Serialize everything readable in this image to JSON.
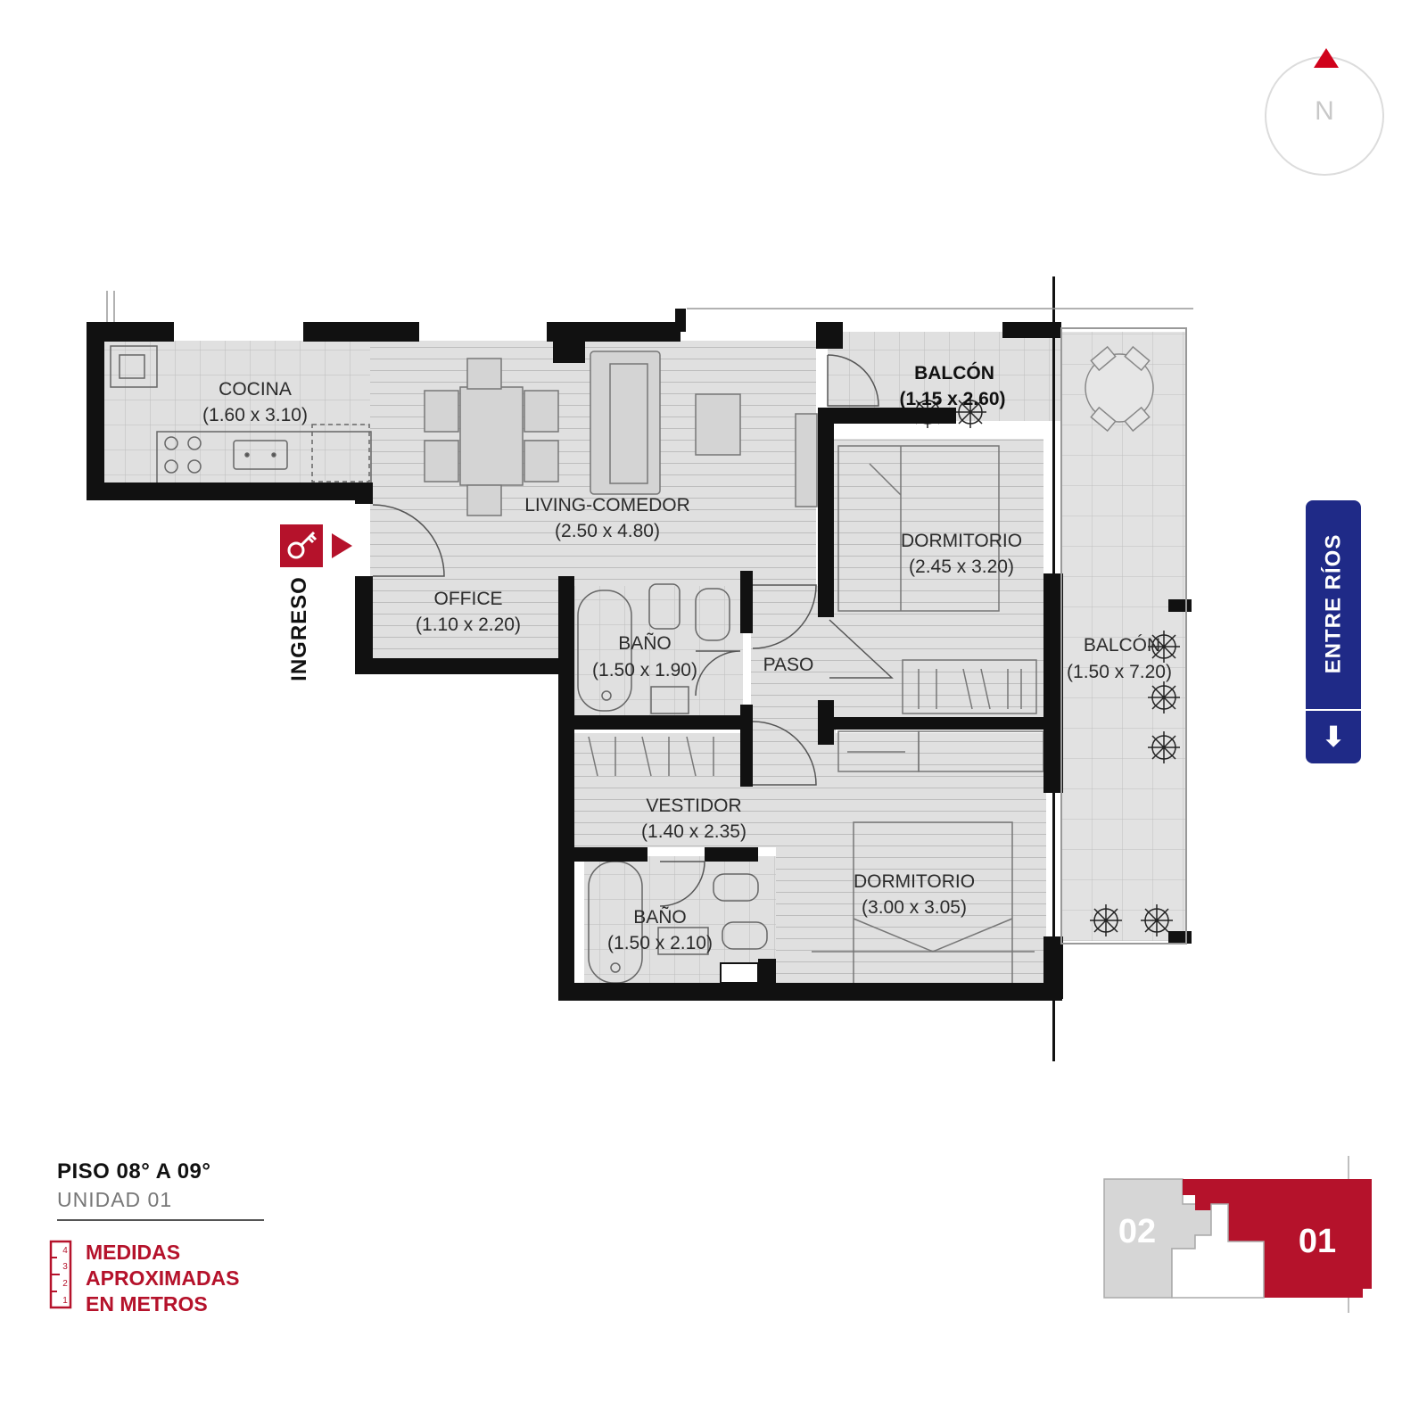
{
  "compass": {
    "label": "N",
    "icon": "north-arrow-icon",
    "arrow_color": "#d0021b"
  },
  "rooms": {
    "cocina": {
      "name": "COCINA",
      "size": "(1.60 x 3.10)"
    },
    "living": {
      "name": "LIVING-COMEDOR",
      "size": "(2.50 x 4.80)"
    },
    "office": {
      "name": "OFFICE",
      "size": "(1.10 x 2.20)"
    },
    "balcon_small": {
      "name": "BALCÓN",
      "size": "(1.15 x 2.60)"
    },
    "dormitorio1": {
      "name": "DORMITORIO",
      "size": "(2.45 x 3.20)"
    },
    "bano1": {
      "name": "BAÑO",
      "size": "(1.50 x 1.90)"
    },
    "paso": {
      "name": "PASO"
    },
    "balcon_large": {
      "name": "BALCÓN",
      "size": "(1.50 x 7.20)"
    },
    "vestidor": {
      "name": "VESTIDOR",
      "size": "(1.40 x 2.35)"
    },
    "dormitorio2": {
      "name": "DORMITORIO",
      "size": "(3.00 x 3.05)"
    },
    "bano2": {
      "name": "BAÑO",
      "size": "(1.50 x 2.10)"
    }
  },
  "entrance": {
    "label": "INGRESO",
    "icon": "key-icon",
    "color": "#b5122b"
  },
  "street": {
    "label": "ENTRE RÍOS",
    "arrow": "⬇",
    "color": "#1f2a87"
  },
  "info": {
    "floor": "PISO 08° A 09°",
    "unit": "UNIDAD 01",
    "measure_note": [
      "MEDIDAS",
      "APROXIMADAS",
      "EN METROS"
    ],
    "ruler_marks": [
      "4",
      "3",
      "2",
      "1"
    ],
    "accent": "#b5122b"
  },
  "keyplan": {
    "units": [
      {
        "label": "02",
        "color": "#d6d6d6"
      },
      {
        "label": "01",
        "color": "#b5122b"
      }
    ]
  }
}
